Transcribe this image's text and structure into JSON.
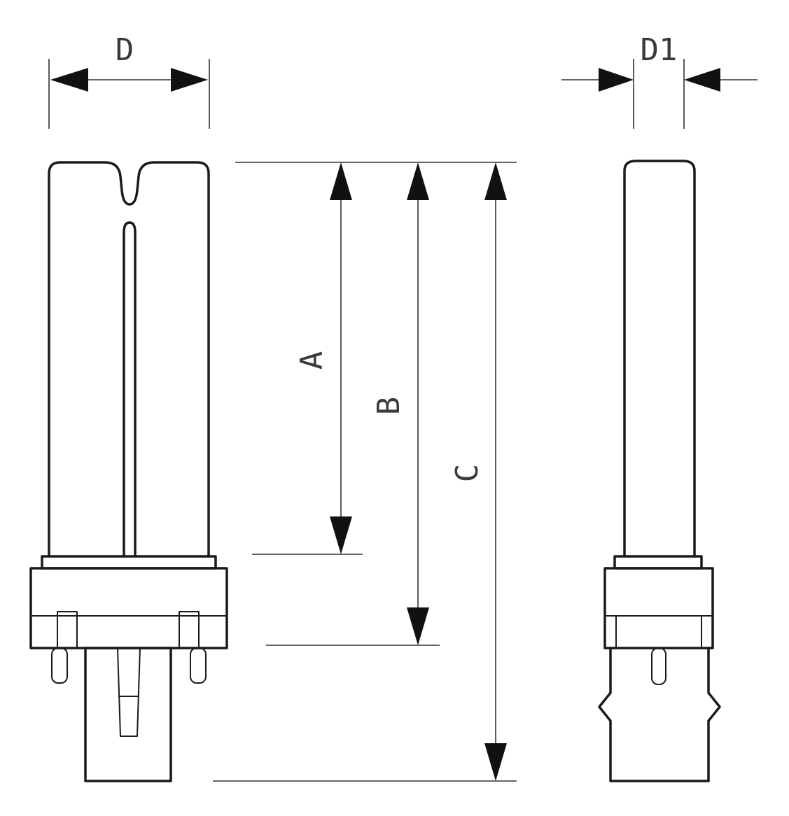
{
  "labels": {
    "d": "D",
    "d1": "D1",
    "a": "A",
    "b": "B",
    "c": "C"
  },
  "colors": {
    "line": "#1a1a1a",
    "background": "#ffffff"
  }
}
